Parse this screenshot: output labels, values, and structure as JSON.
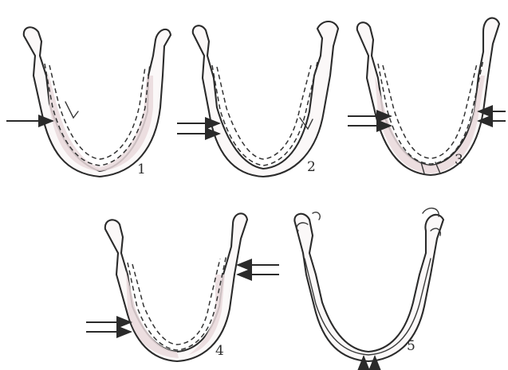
{
  "figure": {
    "labels": [
      "1",
      "2",
      "3",
      "4",
      "5"
    ]
  },
  "colors": {
    "ink": "#2b2b2b",
    "shade": "#e9d9dc",
    "background": "#ffffff"
  },
  "icons": [
    "arrow-right-icon",
    "arrow-left-icon",
    "arrow-up-icon"
  ]
}
